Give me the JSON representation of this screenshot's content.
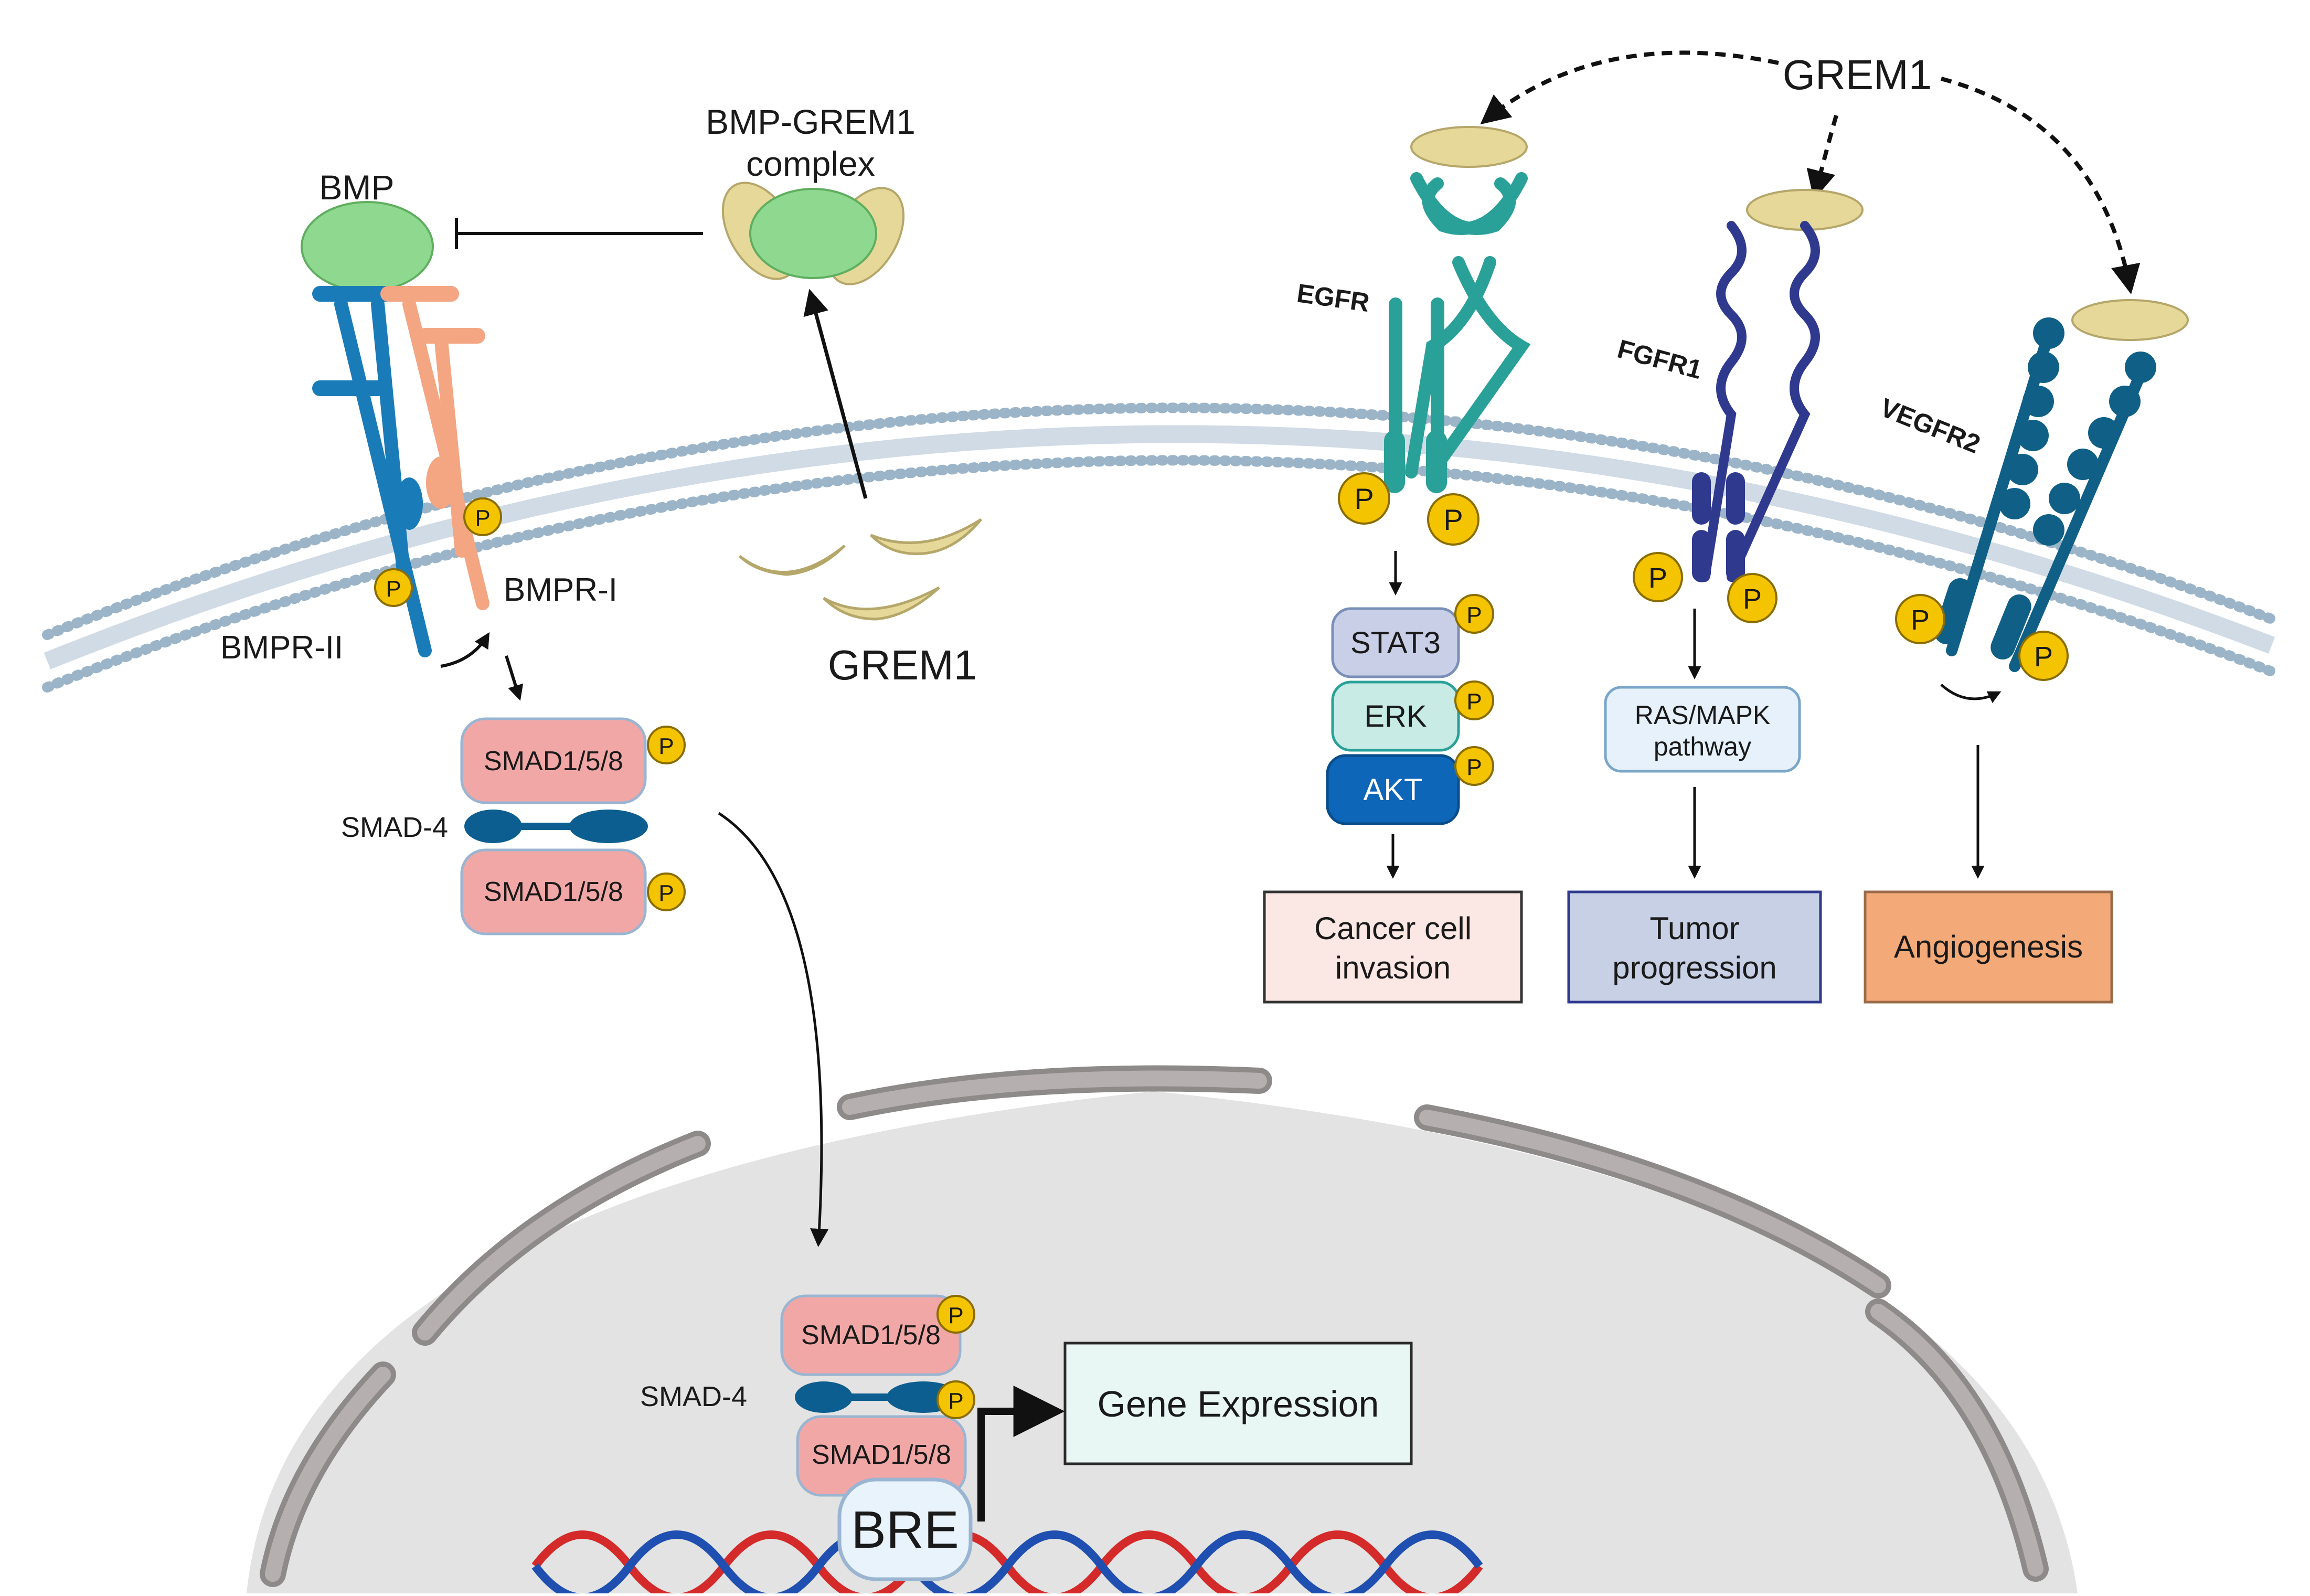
{
  "grem1_top": "GREM1",
  "grem1_bottom": "GREM1",
  "complex": {
    "line1": "BMP-GREM1",
    "line2": "complex"
  },
  "bmp": "BMP",
  "receptors": {
    "bmpr_i": "BMPR-I",
    "bmpr_ii": "BMPR-II",
    "egfr": "EGFR",
    "fgfr1": "FGFR1",
    "vegfr2": "VEGFR2"
  },
  "phospho": "P",
  "smad": {
    "smad158": "SMAD1/5/8",
    "smad4": "SMAD-4"
  },
  "egfr_pathway": {
    "stat3": "STAT3",
    "erk": "ERK",
    "akt": "AKT"
  },
  "fgfr_pathway": {
    "line1": "RAS/MAPK",
    "line2": "pathway"
  },
  "outcomes": {
    "invasion": {
      "line1": "Cancer cell",
      "line2": "invasion"
    },
    "progression": {
      "line1": "Tumor",
      "line2": "progression"
    },
    "angiogenesis": "Angiogenesis"
  },
  "nucleus": {
    "bre": "BRE",
    "gene_expression": "Gene Expression"
  },
  "colors": {
    "membrane": "#8faabf",
    "bmp": "#8fd88f",
    "grem1": "#e9dca0",
    "bmpr_ii": "#1a7bb9",
    "bmpr_i": "#f4a582",
    "egfr": "#2aa198",
    "fgfr1": "#2f3a8f",
    "vegfr2": "#0f5f86",
    "phospho": "#f5c400",
    "smad": "#f2a7a7",
    "smad4": "#0b5e8f",
    "stat3": "#c9cfe6",
    "erk": "#c8ebe6",
    "akt": "#0d66b8",
    "ras": "#e6f1fb",
    "invasion_box": "#fbe7e3",
    "progression_box": "#c8d0e6",
    "angiogenesis_box": "#f4aa78",
    "nucleus": "#e3e3e3",
    "nuclear_envelope": "#a09a9a",
    "gene_box": "#e9f7f4"
  }
}
